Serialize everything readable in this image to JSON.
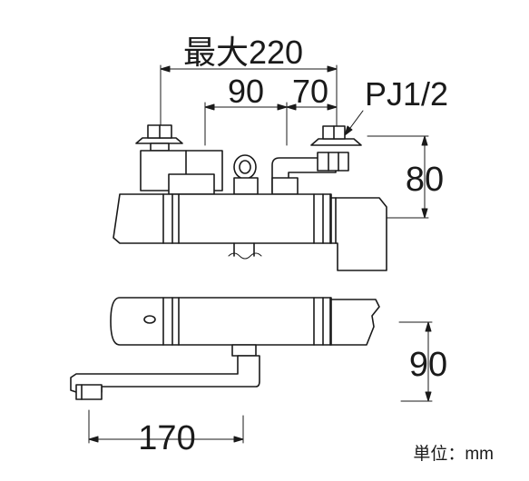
{
  "dimensions": {
    "max_width": "最大220",
    "offset_a": "90",
    "offset_b": "70",
    "pipe_thread": "PJ1/2",
    "top_height": "80",
    "bottom_height": "90",
    "spout_length": "170"
  },
  "unit_note": "単位：mm",
  "colors": {
    "line": "#1a1a1a",
    "body_fill": "#ffffff"
  }
}
